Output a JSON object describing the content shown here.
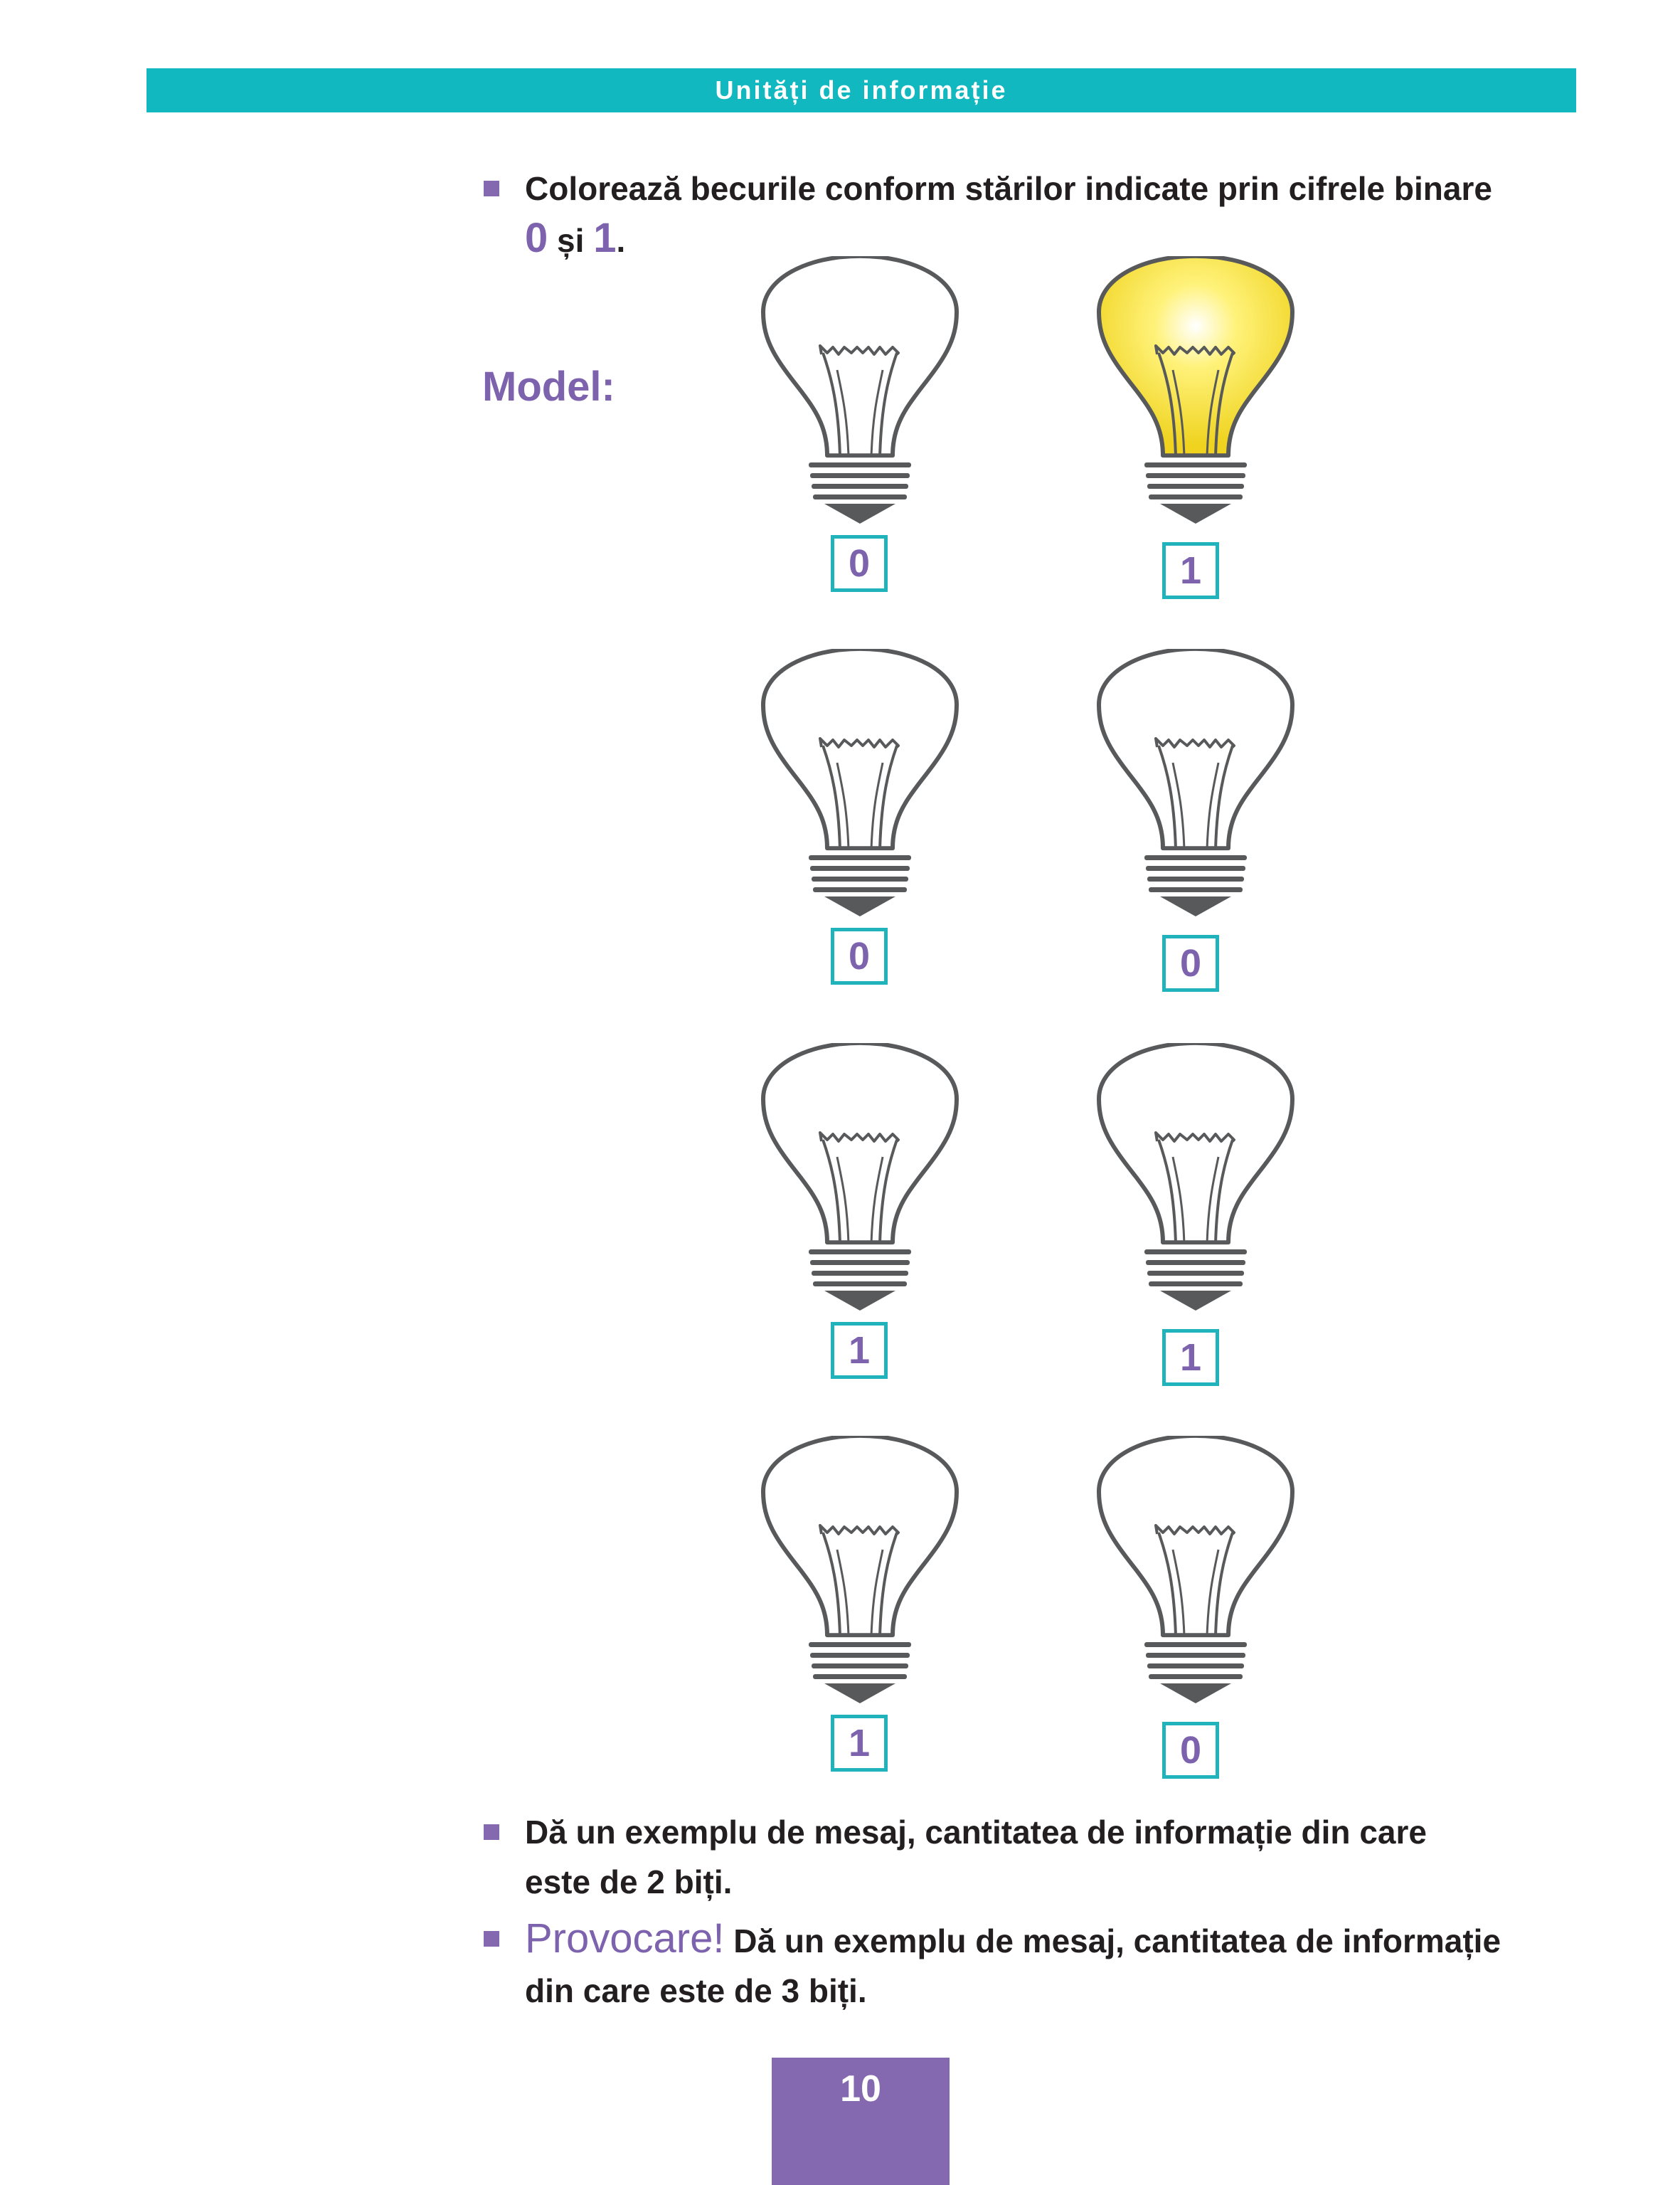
{
  "header": {
    "title": "Unități de informație"
  },
  "task1": {
    "line1": "Colorează becurile conform stărilor indicate prin cifrele binare",
    "zero": "0",
    "and": "și",
    "one": "1",
    "end": "."
  },
  "model_label": "Model:",
  "bulbs": [
    {
      "digit": "0",
      "lit": false
    },
    {
      "digit": "1",
      "lit": true
    },
    {
      "digit": "0",
      "lit": false
    },
    {
      "digit": "0",
      "lit": false
    },
    {
      "digit": "1",
      "lit": false
    },
    {
      "digit": "1",
      "lit": false
    },
    {
      "digit": "1",
      "lit": false
    },
    {
      "digit": "0",
      "lit": false
    }
  ],
  "task2": {
    "line1": "Dă un exemplu de mesaj, cantitatea de informație din care",
    "line2": "este de 2 biți."
  },
  "task3": {
    "challenge": "Provocare!",
    "line1": " Dă un exemplu de mesaj, cantitatea de informație",
    "line2": "din care este de 3 biți."
  },
  "page_number": "10",
  "colors": {
    "header": "#12b8c0",
    "accent": "#7d62ad",
    "box_border": "#20b3bb",
    "lit_bulb": "#f5e23a"
  }
}
